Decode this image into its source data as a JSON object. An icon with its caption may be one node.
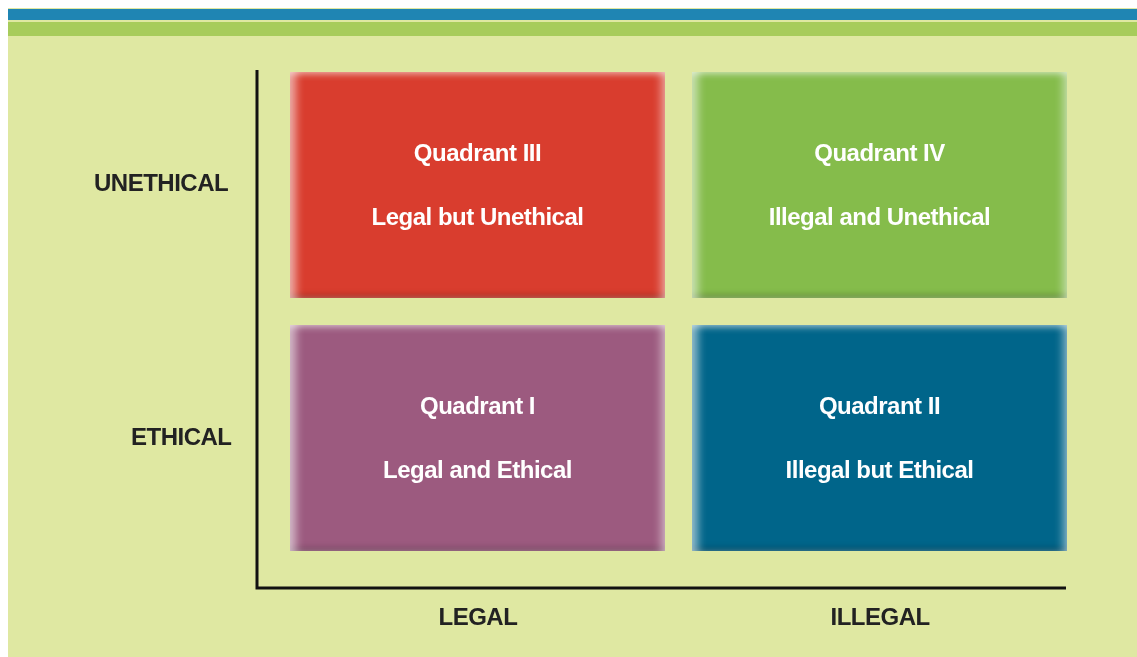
{
  "diagram": {
    "nodes": [
      {
        "text": [
          "Quadrant III",
          "Legal but Unethical"
        ]
      },
      {
        "text": [
          "Quadrant IV",
          "Illegal and Unethical"
        ]
      },
      {
        "text": [
          "Quadrant I",
          "Legal and Ethical"
        ]
      },
      {
        "text": [
          "Quadrant II",
          "Illegal but Ethical"
        ]
      }
    ],
    "labels": [
      "UNETHICAL",
      "ETHICAL",
      "LEGAL",
      "ILLEGAL"
    ]
  }
}
